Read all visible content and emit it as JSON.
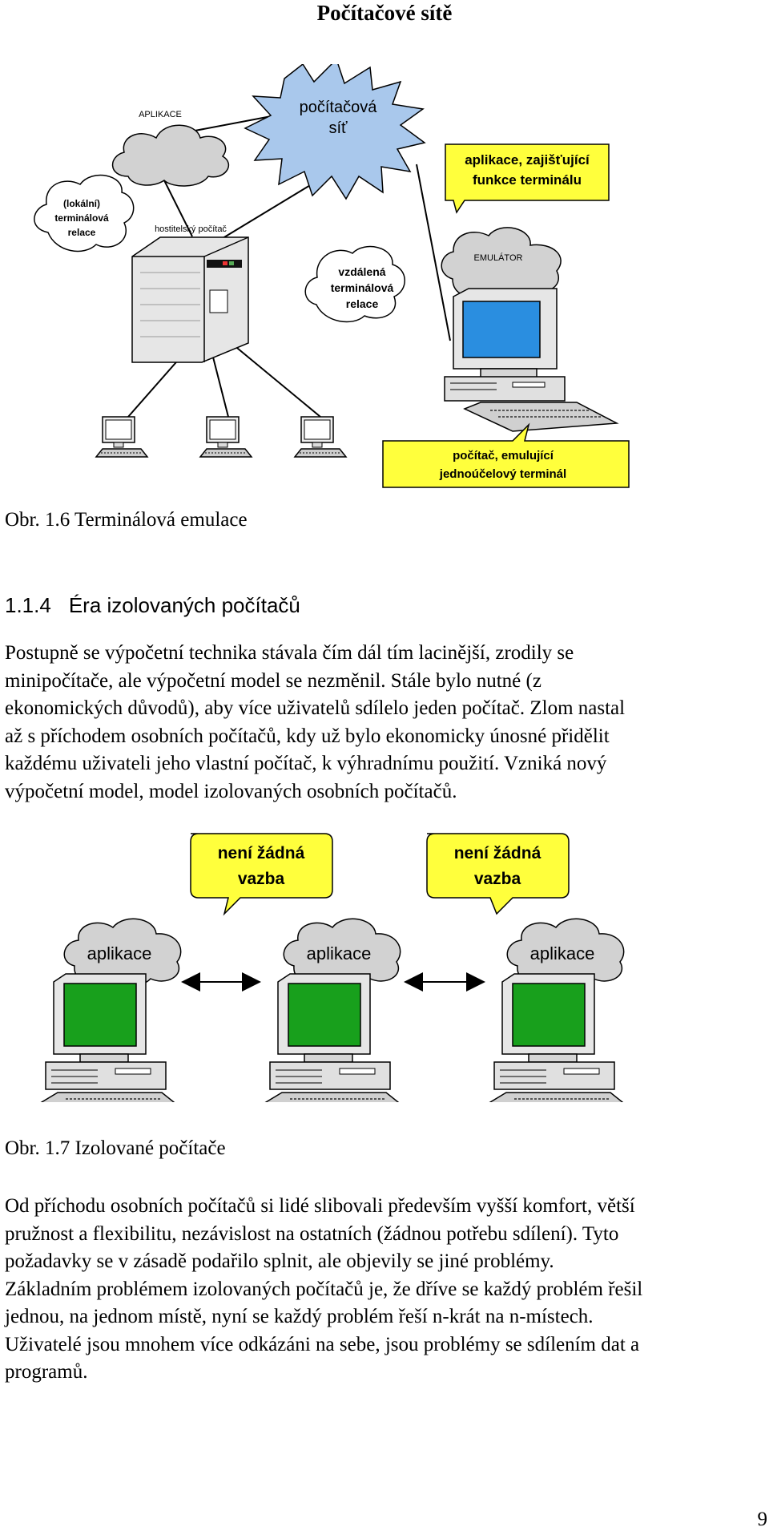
{
  "page": {
    "title": "Počítačové  sítě",
    "page_number": "9"
  },
  "figure1": {
    "caption": "Obr. 1.6 Terminálová emulace",
    "cloud_network": [
      "počítačová",
      "síť"
    ],
    "cloud_app": "APLIKACE",
    "cloud_emulator": "EMULÁTOR",
    "label_local": [
      "(lokální)",
      "terminálová",
      "relace"
    ],
    "label_host": "hostitelský počítač",
    "label_remote": [
      "vzdálená",
      "terminálová",
      "relace"
    ],
    "callout_top": [
      "aplikace, zajišťující",
      "funkce terminálu"
    ],
    "callout_bottom": [
      "počítač, emulující",
      "jednoúčelový terminál"
    ]
  },
  "section": {
    "number": "1.1.4",
    "title": "Éra izolovaných počítačů",
    "paragraph": [
      "Postupně se výpočetní technika stávala čím dál tím lacinější, zrodily se",
      "minipočítače, ale výpočetní model se nezměnil. Stále bylo nutné (z",
      "ekonomických důvodů), aby více uživatelů sdílelo jeden počítač. Zlom nastal",
      "až s příchodem osobních počítačů, kdy už bylo ekonomicky únosné přidělit",
      "každému uživateli jeho vlastní počítač, k výhradnímu použití. Vzniká nový",
      "výpočetní model, model izolovaných osobních počítačů."
    ]
  },
  "figure2": {
    "caption": "Obr. 1.7 Izolované počítače",
    "callout_1": [
      "není žádná",
      "vazba"
    ],
    "callout_2": [
      "není žádná",
      "vazba"
    ],
    "cloud_labels": [
      "aplikace",
      "aplikace",
      "aplikace"
    ]
  },
  "closing_paragraph": [
    "Od příchodu osobních počítačů si lidé slibovali především vyšší komfort, větší",
    "pružnost a flexibilitu, nezávislost na ostatních (žádnou potřebu sdílení). Tyto",
    "požadavky se v zásadě podařilo splnit, ale objevily se jiné problémy.",
    "Základním problémem izolovaných počítačů je, že dříve se každý problém řešil",
    "jednou, na jednom místě, nyní se každý problém řeší n-krát na n-místech.",
    "Uživatelé jsou mnohem více odkázáni na sebe, jsou problémy se sdílením dat a",
    "programů."
  ],
  "colors": {
    "cloud_blue": "#a9c8ec",
    "cloud_gray": "#d2d2d2",
    "callout_yellow": "#ffff3c",
    "screen_blue": "#2a8ee0",
    "screen_green": "#18a01c"
  }
}
